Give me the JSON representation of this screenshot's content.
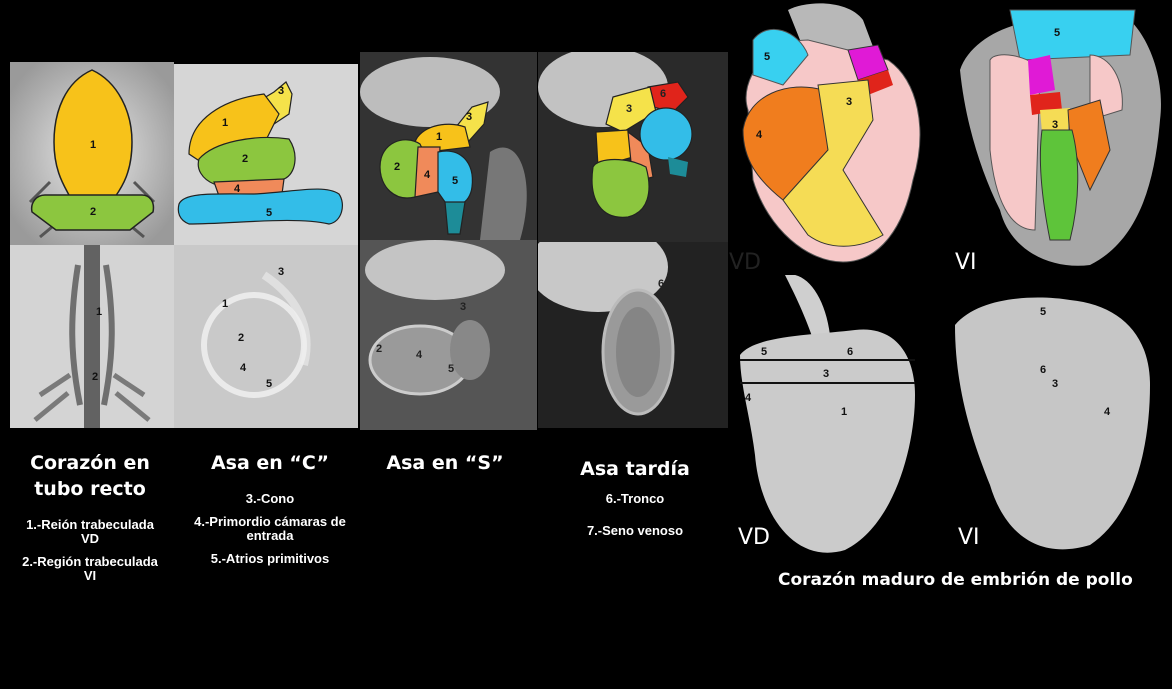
{
  "stages": [
    {
      "title": "Corazón en tubo recto",
      "legend": [
        "1.-Reión trabeculada VD",
        "2.-Región trabeculada VI"
      ]
    },
    {
      "title": "Asa en “C”",
      "legend": [
        "3.-Cono",
        "4.-Primordio cámaras de entrada",
        "5.-Atrios primitivos"
      ]
    },
    {
      "title": "Asa en “S”",
      "legend": []
    },
    {
      "title": "Asa tardía",
      "legend": [
        "6.-Tronco",
        "7.-Seno venoso"
      ]
    }
  ],
  "mature": {
    "caption": "Corazón maduro de embrión de pollo",
    "labels": {
      "vd_top": "VD",
      "vi_top": "VI",
      "vd_bottom": "VD",
      "vi_bottom": "VI"
    }
  },
  "region_numbers": {
    "n1": "1",
    "n2": "2",
    "n3": "3",
    "n4": "4",
    "n5": "5",
    "n6": "6",
    "n7": "7"
  },
  "colors": {
    "region1_trabeculated_rv": "#f7c21a",
    "region2_trabeculated_lv": "#8cc63f",
    "region3_cone": "#f5e24a",
    "region4_inlet": "#f08a5a",
    "region5_atria": "#33bde8",
    "region6_trunk": "#e0241b",
    "region7_sinus": "#1d8c98",
    "mature_pink": "#f6c8c8",
    "mature_orange": "#f07d1e",
    "mature_yellow": "#f5dc55",
    "mature_green": "#5ec43a",
    "mature_magenta": "#e01ad6",
    "mature_cyan": "#38d0f0"
  }
}
